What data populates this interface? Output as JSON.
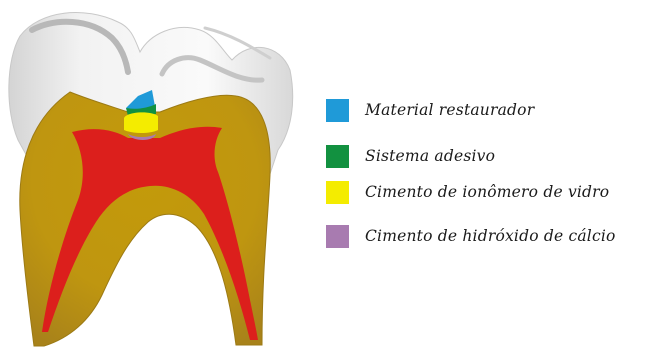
{
  "legend": {
    "items": [
      {
        "label": "Material restaurador",
        "color": "#1f9ad8"
      },
      {
        "label": "Sistema adesivo",
        "color": "#129140"
      },
      {
        "label": "Cimento de ionômero de vidro",
        "color": "#f4ec00"
      },
      {
        "label": "Cimento de hidróxido de cálcio",
        "color": "#a87bb0"
      }
    ]
  },
  "colors": {
    "enamel": "#e9e9e9",
    "dentin": "#c9a10c",
    "pulp": "#dc1f1c"
  }
}
